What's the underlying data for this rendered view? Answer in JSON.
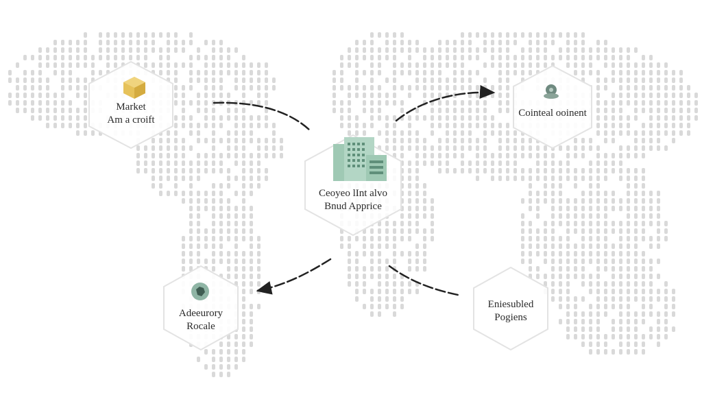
{
  "diagram": {
    "center": {
      "line1": "Ceoyeo lInt alvo",
      "line2": "Bnud Apprice",
      "icon": "office-building-icon"
    },
    "nodes": [
      {
        "id": "market",
        "line1": "Market",
        "line2": "Am a croift",
        "icon": "cube-icon"
      },
      {
        "id": "cointeal",
        "line1": "Cointeal ooinent",
        "line2": "",
        "icon": "globe-pin-icon"
      },
      {
        "id": "adeeurory",
        "line1": "Adeeurory",
        "line2": "Rocale",
        "icon": "map-pin-icon"
      },
      {
        "id": "eniesubled",
        "line1": "Eniesubled",
        "line2": "Pogiens",
        "icon": ""
      }
    ]
  },
  "colors": {
    "map_dots": "#d9d9d9",
    "hex_border": "#e3e3e3",
    "cube": "#e6c25a",
    "building": "#9fc9b4",
    "arrow": "#222222",
    "text": "#2a2a2a"
  }
}
